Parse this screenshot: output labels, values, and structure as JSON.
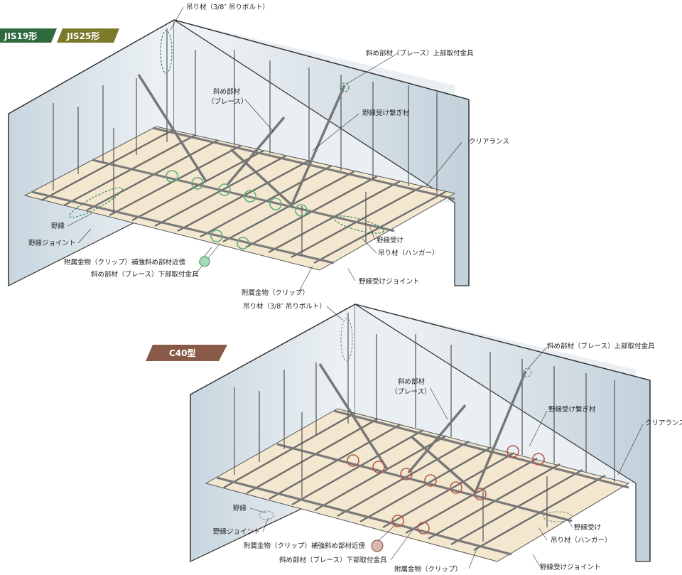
{
  "tags": {
    "jis19": "JIS19形",
    "jis25": "JIS25形",
    "c40": "C40型"
  },
  "top": {
    "hanger_bolt": "吊り材（3/8″ 吊りボルト）",
    "brace_top": "斜め部材（ブレース）上部取付金具",
    "brace1": "斜め部材",
    "brace2": "（ブレース）",
    "channel_joint_bar": "野縁受け繋ぎ材",
    "clearance": "クリアランス",
    "nobuchi": "野縁",
    "nobuchi_joint": "野縁ジョイント",
    "clip_reinforce": "附属金物（クリップ）補強斜め部材近傍",
    "brace_bottom": "斜め部材（ブレース）下部取付金具",
    "clip": "附属金物（クリップ）",
    "channel_joint": "野縁受けジョイント",
    "channel": "野縁受け",
    "hanger": "吊り材（ハンガー）"
  },
  "bottom": {
    "hanger_bolt": "吊り材（3/8″ 吊りボルト）",
    "brace_top": "斜め部材（ブレース）上部取付金具",
    "brace1": "斜め部材",
    "brace2": "（ブレース）",
    "channel_joint_bar": "野縁受け繋ぎ材",
    "clearance": "クリアランス",
    "nobuchi": "野縁",
    "nobuchi_joint": "野縁ジョイント",
    "clip_reinforce": "附属金物（クリップ）補強斜め部材近傍",
    "brace_bottom": "斜め部材（ブレース）下部取付金具",
    "clip": "附属金物（クリップ）",
    "channel_joint": "野縁受けジョイント",
    "channel": "野縁受け",
    "hanger": "吊り材（ハンガー）"
  },
  "colors": {
    "jis19": "#2e6a3d",
    "jis25": "#7a7a2a",
    "c40": "#8a5a48",
    "wall": "#dfe8ee",
    "board": "#f3e7cf",
    "green_marker": "#5cae7a",
    "red_marker": "#b5584a"
  }
}
